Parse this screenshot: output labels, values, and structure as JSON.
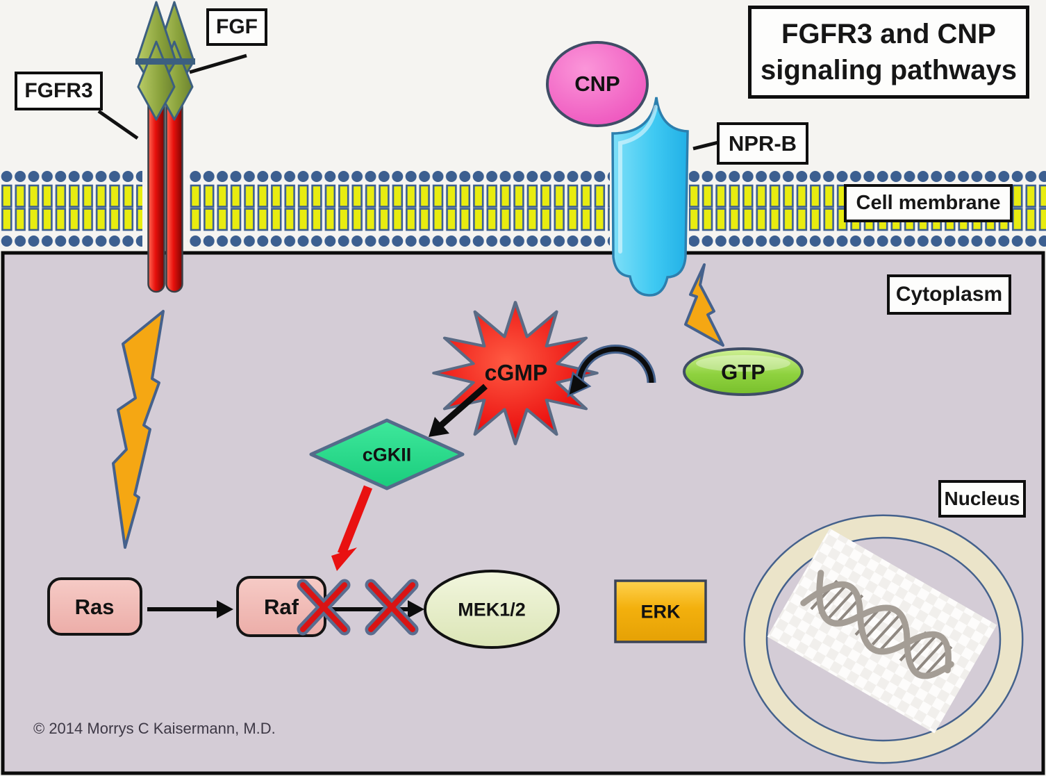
{
  "title": {
    "line1": "FGFR3 and CNP",
    "line2": "signaling pathways"
  },
  "labels": {
    "fgf": "FGF",
    "fgfr3": "FGFR3",
    "cnp": "CNP",
    "nprb": "NPR-B",
    "cell_membrane": "Cell membrane",
    "cytoplasm": "Cytoplasm",
    "cgmp": "cGMP",
    "gtp": "GTP",
    "cgkii": "cGKII",
    "ras": "Ras",
    "raf": "Raf",
    "mek": "MEK1/2",
    "erk": "ERK",
    "nucleus": "Nucleus"
  },
  "footer": {
    "copyright": "© 2014 Morrys C Kaisermann, M.D."
  },
  "colors": {
    "extracellular_bg": "#f5f4f1",
    "cytoplasm_fill": "#d4ccd6",
    "membrane_head_blue": "#3c5f90",
    "lipid_tail_yellow": "#e8ec10",
    "receptor_rod_red": "#e8100c",
    "fgf_ligand_green": "#8aa23c",
    "cnp_pink": "#ee50bd",
    "nprb_cyan": "#3fc9f2",
    "gtp_green": "#8fd23f",
    "cgmp_red": "#ea0e0e",
    "cgkii_green": "#2ee08f",
    "ras_raf_pink": "#efb7b2",
    "mek_green": "#e2eac2",
    "erk_gold": "#f2ae0c",
    "bolt_orange": "#f5a713",
    "inhibition_x_red": "#d91414",
    "nucleus_ring_cream": "#ebe4c9"
  }
}
